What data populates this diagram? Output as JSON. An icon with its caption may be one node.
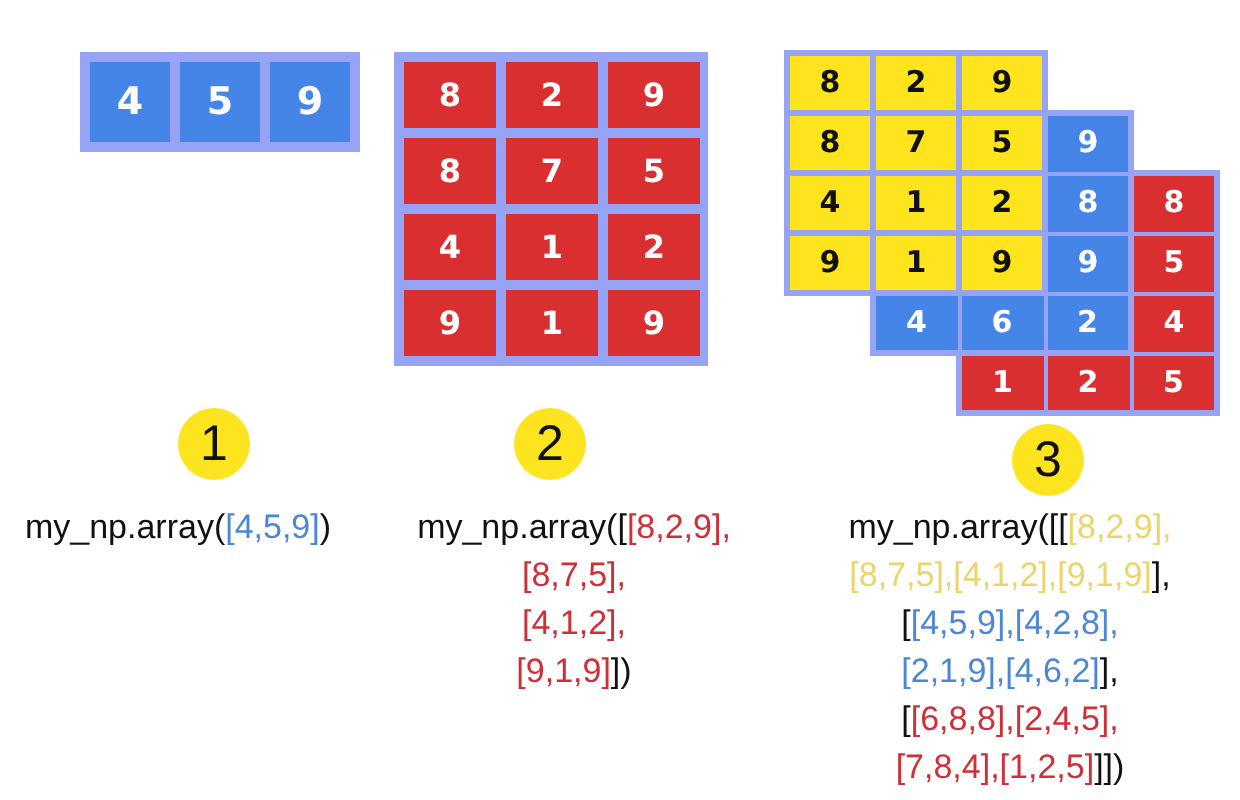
{
  "diagram": {
    "nodes": [
      {
        "text": [],
        "shape": "box"
      },
      {
        "text": [
          "4"
        ],
        "in": 0
      },
      {
        "text": [
          "5"
        ],
        "in": 0
      },
      {
        "text": [
          "9"
        ],
        "in": 0
      },
      {
        "text": [],
        "shape": "box"
      },
      {
        "text": [
          "8"
        ],
        "in": 4
      },
      {
        "text": [
          "2"
        ],
        "in": 4
      },
      {
        "text": [
          "9"
        ],
        "in": 4
      },
      {
        "text": [
          "8"
        ],
        "in": 4
      },
      {
        "text": [
          "7"
        ],
        "in": 4
      },
      {
        "text": [
          "5"
        ],
        "in": 4
      },
      {
        "text": [
          "4"
        ],
        "in": 4
      },
      {
        "text": [
          "1"
        ],
        "in": 4
      },
      {
        "text": [
          "2"
        ],
        "in": 4
      },
      {
        "text": [
          "9"
        ],
        "in": 4
      },
      {
        "text": [
          "1"
        ],
        "in": 4
      },
      {
        "text": [
          "9"
        ],
        "in": 4
      },
      {
        "text": [],
        "shape": "box"
      },
      {
        "text": [
          "8"
        ],
        "in": 17
      },
      {
        "text": [
          "2"
        ],
        "in": 17
      },
      {
        "text": [
          "9"
        ],
        "in": 17
      },
      {
        "text": [
          "8"
        ],
        "in": 17
      },
      {
        "text": [
          "7"
        ],
        "in": 17
      },
      {
        "text": [
          "5"
        ],
        "in": 17
      },
      {
        "text": [
          "4"
        ],
        "in": 17
      },
      {
        "text": [
          "1"
        ],
        "in": 17
      },
      {
        "text": [
          "2"
        ],
        "in": 17
      },
      {
        "text": [
          "9"
        ],
        "in": 17
      },
      {
        "text": [
          "1"
        ],
        "in": 17
      },
      {
        "text": [
          "9"
        ],
        "in": 17
      },
      {
        "text": [
          "9"
        ]
      },
      {
        "text": [
          "8"
        ]
      },
      {
        "text": [
          "9"
        ]
      },
      {
        "text": [
          "4"
        ]
      },
      {
        "text": [
          "6"
        ]
      },
      {
        "text": [
          "2"
        ]
      },
      {
        "text": [
          "8"
        ]
      },
      {
        "text": [
          "5"
        ]
      },
      {
        "text": [
          "4"
        ]
      },
      {
        "text": [
          "1"
        ]
      },
      {
        "text": [
          "2"
        ]
      },
      {
        "text": [
          "5"
        ]
      },
      {
        "text": [
          "1"
        ]
      },
      {
        "text": [
          "2"
        ]
      },
      {
        "text": [
          "3"
        ]
      }
    ],
    "labels": [
      "my_np.array([4,5,9])",
      "my_np.array([[8,2,9], [8,7,5], [4,1,2], [9,1,9]])",
      "my_np.array([[[8,2,9], [8,7,5],[4,1,2],[9,1,9]], [[4,5,9],[4,2,8], [2,1,9],[4,6,2]], [[6,8,8],[2,4,5], [7,8,4],[1,2,5]]])"
    ]
  }
}
